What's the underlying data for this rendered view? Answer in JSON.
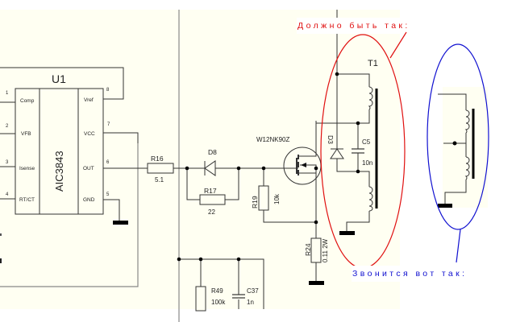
{
  "title": "AIC3843 flyback schematic fragment with annotation",
  "colors": {
    "sheet_bg": "#fffff2",
    "page_bg": "#ffffff",
    "wire": "#333333",
    "frame": "#888888",
    "red_annotation": "#e01010",
    "blue_annotation": "#1010d0"
  },
  "ic": {
    "ref": "U1",
    "part": "AIC3843",
    "left_pins": [
      {
        "num": "1",
        "name": "Comp"
      },
      {
        "num": "2",
        "name": "VFB"
      },
      {
        "num": "3",
        "name": "Isense"
      },
      {
        "num": "4",
        "name": "RT/CT"
      }
    ],
    "right_pins": [
      {
        "num": "8",
        "name": "Vref"
      },
      {
        "num": "7",
        "name": "VCC"
      },
      {
        "num": "6",
        "name": "OUT"
      },
      {
        "num": "5",
        "name": "GND"
      }
    ]
  },
  "components": {
    "r16": {
      "ref": "R16",
      "value": "5.1"
    },
    "d8": {
      "ref": "D8"
    },
    "r17": {
      "ref": "R17",
      "value": "22"
    },
    "r19": {
      "ref": "R19",
      "value": "10k"
    },
    "q": {
      "part": "W12NK90Z"
    },
    "d3": {
      "ref": "D3"
    },
    "c5": {
      "ref": "C5",
      "value": "10n"
    },
    "t1": {
      "ref": "T1"
    },
    "r24": {
      "ref": "R24",
      "value": "0.11 2W"
    },
    "r49": {
      "ref": "R49",
      "value": "100k"
    },
    "c37": {
      "ref": "C37",
      "value": "1n"
    }
  },
  "annotations": {
    "should_be": "Должно быть так:",
    "rings_as": "Звонится вот так:"
  }
}
